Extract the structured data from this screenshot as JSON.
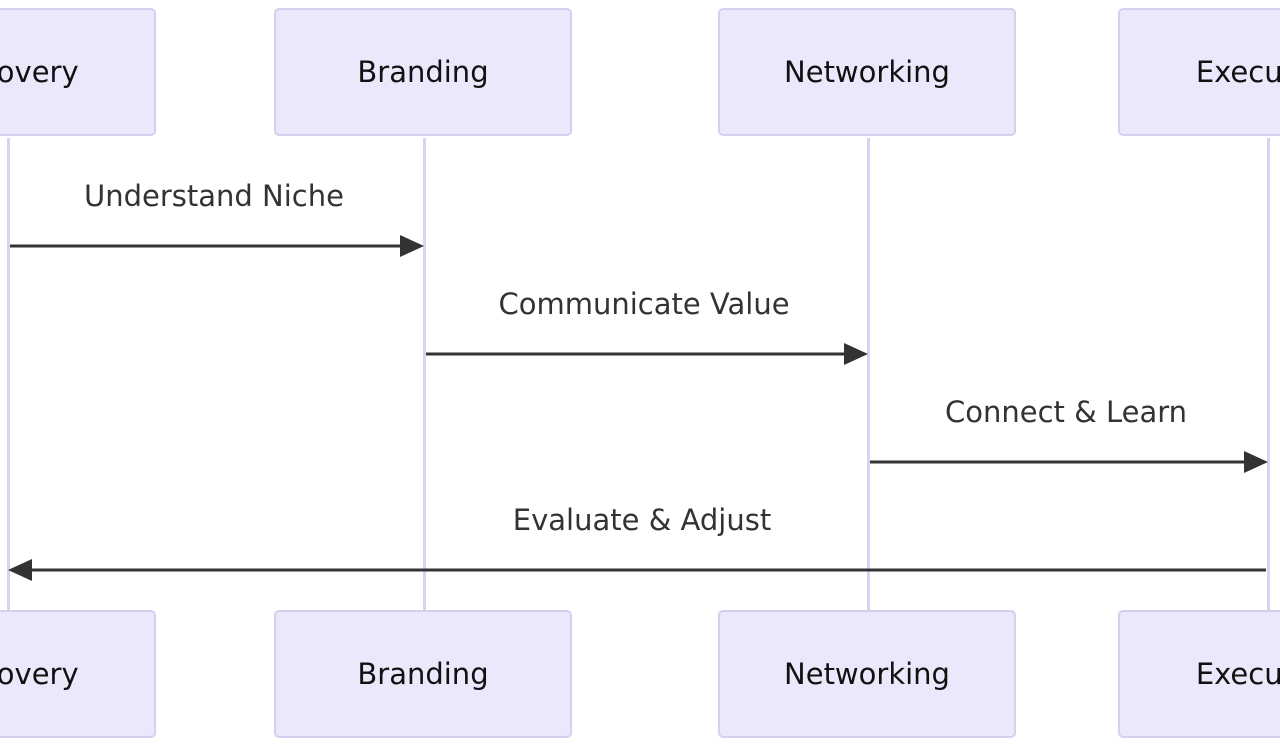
{
  "participants": [
    {
      "id": "discovery",
      "label": "Discovery"
    },
    {
      "id": "branding",
      "label": "Branding"
    },
    {
      "id": "networking",
      "label": "Networking"
    },
    {
      "id": "execution",
      "label": "Execution"
    }
  ],
  "messages": [
    {
      "from": "discovery",
      "to": "branding",
      "label": "Understand Niche"
    },
    {
      "from": "branding",
      "to": "networking",
      "label": "Communicate Value"
    },
    {
      "from": "networking",
      "to": "execution",
      "label": "Connect & Learn"
    },
    {
      "from": "execution",
      "to": "discovery",
      "label": "Evaluate & Adjust"
    }
  ],
  "colors": {
    "actor_fill": "#e9e9fb",
    "actor_border": "#d6d0f0",
    "lifeline": "#dcd0f4",
    "arrow": "#333333",
    "text": "#333333"
  }
}
